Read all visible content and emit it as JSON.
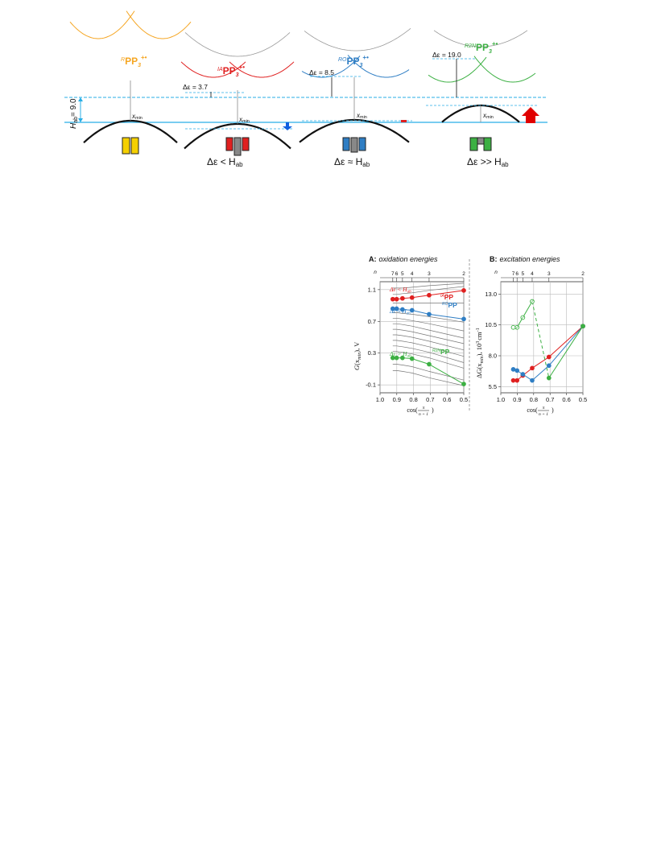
{
  "colors": {
    "yellow": "#f5a623",
    "red": "#e02020",
    "blue": "#2f7ec4",
    "green": "#3cb043",
    "gray": "#888888",
    "cyan": "#27aee6",
    "black": "#111111"
  },
  "top_figure": {
    "hab_label": "H",
    "hab_sub": "ab",
    "hab_value": "= 9.0",
    "xmin_label": "x",
    "xmin_sub": "min",
    "panels": [
      {
        "id": "R",
        "sup": "R",
        "name": "PP",
        "sub": "3",
        "charge": "+•",
        "color": "#f5a623",
        "delta": "",
        "condition": ""
      },
      {
        "id": "IA",
        "sup": "IA",
        "name": "PP",
        "sub": "3",
        "charge": "+•",
        "color": "#e02020",
        "delta": "Δε = 3.7",
        "condition": "Δε < H",
        "cond_sub": "ab"
      },
      {
        "id": "RO",
        "sup": "RO",
        "name": "PP",
        "sub": "3",
        "charge": "+•",
        "color": "#2f7ec4",
        "delta": "Δε = 8.5",
        "condition": "Δε ≈ H",
        "cond_sub": "ab"
      },
      {
        "id": "R2N",
        "sup": "R2N",
        "name": "PP",
        "sub": "3",
        "charge": "+•",
        "color": "#3cb043",
        "delta": "Δε = 19.0",
        "condition": "Δε >> H",
        "cond_sub": "ab"
      }
    ]
  },
  "panel_A": {
    "label_bold": "A:",
    "label_italic": "oxidation energies",
    "n_label": "n",
    "n_ticks": [
      "7",
      "6",
      "5",
      "4",
      "3",
      "2"
    ],
    "ylabel": "G",
    "ylabel_paren": "(x",
    "ylabel_sub": "min",
    "ylabel_unit": "), V",
    "xlabel": "cos(",
    "xlabel_frac_num": "π",
    "xlabel_frac_den": "n + 1",
    "xlabel_close": ")",
    "annotations": {
      "top": "Δε < H",
      "top_sub": "ab",
      "mid": "Δε ≈ H",
      "mid_sub": "ab",
      "bottom": "Δε > H",
      "bottom_sub": "ab",
      "ia_sup": "IA",
      "ia_name": "PP",
      "ro_sup": "RO",
      "ro_name": "PP",
      "r2n_sup": "R2N",
      "r2n_name": "PP"
    }
  },
  "panel_B": {
    "label_bold": "B:",
    "label_italic": "excitation energies",
    "n_label": "n",
    "n_ticks": [
      "7",
      "6",
      "5",
      "4",
      "3",
      "2"
    ],
    "ylabel": "ΔG(x",
    "ylabel_sub": "min",
    "ylabel_unit": "), 10",
    "ylabel_exp": "3",
    "ylabel_tail": "cm",
    "ylabel_exp2": "-1",
    "xlabel": "cos(",
    "xlabel_frac_num": "π",
    "xlabel_frac_den": "n + 1",
    "xlabel_close": ")"
  },
  "chart_data": [
    {
      "type": "line",
      "title": "A: oxidation energies",
      "xlabel": "cos(π/(n+1))",
      "ylabel": "G(xmin), V",
      "xlim": [
        1.0,
        0.5
      ],
      "ylim": [
        -0.2,
        1.2
      ],
      "xticks": [
        1.0,
        0.9,
        0.8,
        0.7,
        0.6,
        0.5
      ],
      "xtick_labels": [
        "1.0",
        "0.9",
        "0.8",
        "0.7",
        "0.6",
        "0.5"
      ],
      "yticks": [
        1.1,
        0.7,
        0.3,
        -0.1
      ],
      "ytick_labels": [
        "1.1",
        "0.7",
        "0.3",
        "-0.1"
      ],
      "grid": true,
      "series": [
        {
          "name": "IAPP",
          "color": "#e02020",
          "x": [
            0.924,
            0.901,
            0.866,
            0.809,
            0.707,
            0.5
          ],
          "y": [
            0.98,
            0.98,
            0.99,
            1.0,
            1.03,
            1.09
          ]
        },
        {
          "name": "ROPP",
          "color": "#2f7ec4",
          "x": [
            0.924,
            0.901,
            0.866,
            0.809,
            0.707,
            0.5
          ],
          "y": [
            0.86,
            0.86,
            0.85,
            0.84,
            0.79,
            0.73
          ]
        },
        {
          "name": "R2NPP",
          "color": "#3cb043",
          "x": [
            0.924,
            0.901,
            0.866,
            0.809,
            0.707,
            0.5
          ],
          "y": [
            0.24,
            0.24,
            0.24,
            0.23,
            0.16,
            -0.09
          ]
        }
      ],
      "background_lines": {
        "color": "#777777",
        "x": [
          0.924,
          0.901,
          0.866,
          0.809,
          0.707,
          0.5
        ],
        "y": [
          [
            1.12,
            1.12,
            1.12,
            1.13,
            1.15,
            1.18
          ],
          [
            1.04,
            1.04,
            1.05,
            1.06,
            1.09,
            1.14
          ],
          [
            0.93,
            0.93,
            0.93,
            0.93,
            0.93,
            0.93
          ],
          [
            0.81,
            0.81,
            0.8,
            0.79,
            0.76,
            0.69
          ],
          [
            0.74,
            0.74,
            0.73,
            0.71,
            0.67,
            0.58
          ],
          [
            0.67,
            0.67,
            0.66,
            0.64,
            0.59,
            0.49
          ],
          [
            0.6,
            0.6,
            0.59,
            0.57,
            0.52,
            0.42
          ],
          [
            0.53,
            0.53,
            0.52,
            0.5,
            0.45,
            0.34
          ],
          [
            0.46,
            0.46,
            0.45,
            0.43,
            0.38,
            0.26
          ],
          [
            0.39,
            0.39,
            0.38,
            0.36,
            0.31,
            0.18
          ],
          [
            0.32,
            0.32,
            0.31,
            0.29,
            0.24,
            0.11
          ],
          [
            0.16,
            0.16,
            0.15,
            0.13,
            0.07,
            -0.04
          ],
          [
            0.08,
            0.08,
            0.07,
            0.05,
            -0.01,
            -0.11
          ]
        ]
      }
    },
    {
      "type": "line",
      "title": "B: excitation energies",
      "xlabel": "cos(π/(n+1))",
      "ylabel": "ΔG(xmin), 10³ cm⁻¹",
      "xlim": [
        1.0,
        0.5
      ],
      "ylim": [
        5.0,
        14.0
      ],
      "xticks": [
        1.0,
        0.9,
        0.8,
        0.7,
        0.6,
        0.5
      ],
      "xtick_labels": [
        "1.0",
        "0.9",
        "0.8",
        "0.7",
        "0.6",
        "0.5"
      ],
      "yticks": [
        5.5,
        8.0,
        10.5,
        13.0
      ],
      "ytick_labels": [
        "5.5",
        "8.0",
        "10.5",
        "13.0"
      ],
      "grid": true,
      "series": [
        {
          "name": "IAPP",
          "color": "#e02020",
          "x": [
            0.901,
            0.866,
            0.809,
            0.707,
            0.5
          ],
          "y": [
            6.0,
            6.4,
            7.0,
            7.9,
            10.4
          ]
        },
        {
          "name": "ROPP",
          "color": "#2f7ec4",
          "x": [
            0.901,
            0.866,
            0.809,
            0.707,
            0.5
          ],
          "y": [
            6.8,
            6.5,
            6.0,
            7.2,
            10.4
          ]
        },
        {
          "name": "R2NPP",
          "color": "#3cb043",
          "x": [
            0.901,
            0.866,
            0.809,
            0.707,
            0.5
          ],
          "y": [
            10.3,
            11.1,
            12.4,
            6.2,
            10.4
          ],
          "dashed_segment": [
            2,
            3
          ],
          "open_markers": [
            0,
            1,
            2
          ]
        }
      ],
      "extra_points": [
        {
          "color": "#2f7ec4",
          "x": 0.924,
          "y": 6.9
        },
        {
          "color": "#e02020",
          "x": 0.924,
          "y": 6.0
        },
        {
          "color": "#3cb043",
          "x": 0.924,
          "y": 10.3,
          "open": true
        }
      ]
    }
  ]
}
